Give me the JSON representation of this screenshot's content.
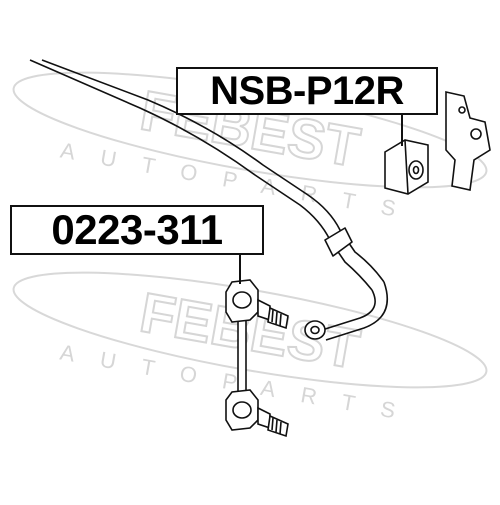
{
  "parts": {
    "bushing_part_number": "NSB-P12R",
    "link_part_number": "0223-311"
  },
  "watermark": {
    "brand": "FEBEST",
    "subtitle": "AUTOPARTS"
  },
  "colors": {
    "line": "#111111",
    "watermark": "#d6d6d6",
    "background": "#ffffff"
  }
}
